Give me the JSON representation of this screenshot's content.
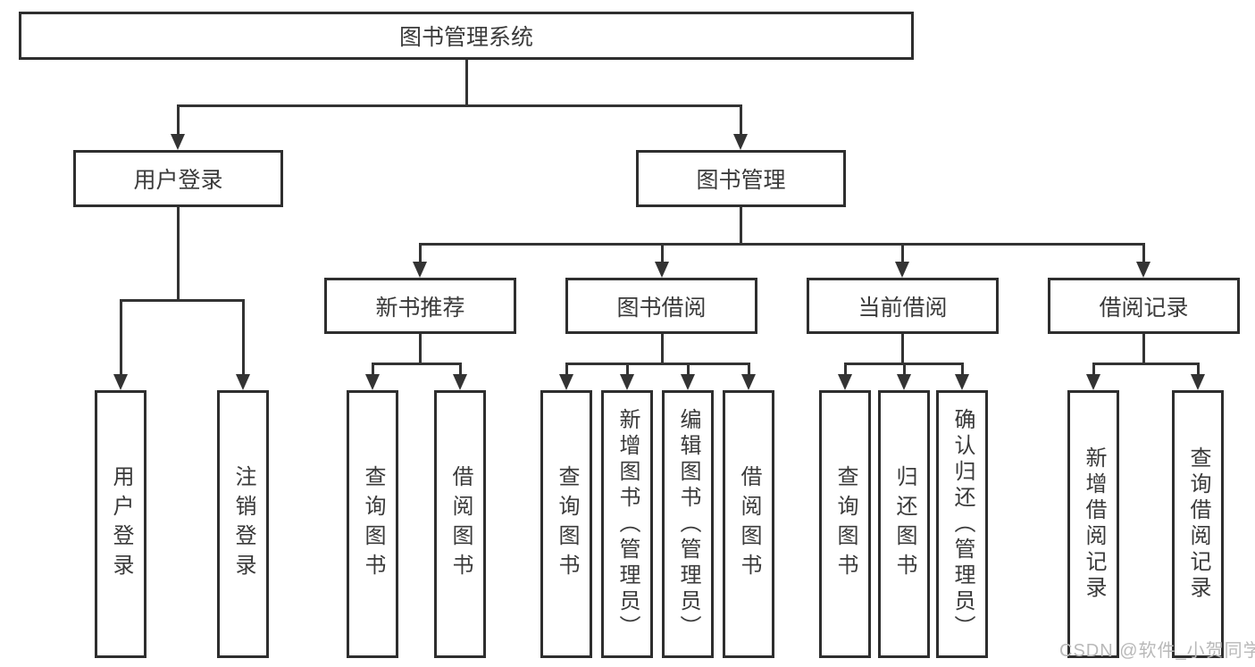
{
  "diagram": {
    "watermark": "CSDN @软件_小贺同学",
    "colors": {
      "line": "#333333",
      "box_border": "#2e2e2e",
      "text": "#3a3a3a",
      "watermark": "#b9b9b9",
      "background": "#ffffff"
    }
  },
  "nodes": {
    "root": "图书管理系统",
    "user_login": "用户登录",
    "book_mgmt": "图书管理",
    "new_book_rec": "新书推荐",
    "book_borrow": "图书借阅",
    "current_borrow": "当前借阅",
    "borrow_record": "借阅记录",
    "user_login_children": {
      "c1": "用户登录",
      "c2": "注销登录"
    },
    "new_book_rec_children": {
      "c1": "查询图书",
      "c2": "借阅图书"
    },
    "book_borrow_children": {
      "c1": "查询图书",
      "c2": "新增图书（管理员）",
      "c3": "编辑图书（管理员）",
      "c4": "借阅图书"
    },
    "current_borrow_children": {
      "c1": "查询图书",
      "c2": "归还图书",
      "c3": "确认归还（管理员）"
    },
    "borrow_record_children": {
      "c1": "新增借阅记录",
      "c2": "查询借阅记录"
    }
  }
}
